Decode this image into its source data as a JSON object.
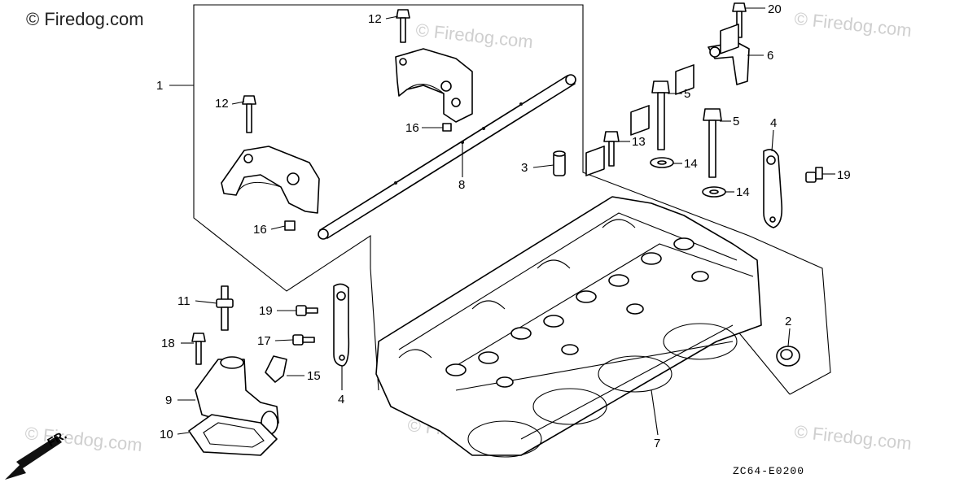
{
  "watermark": {
    "main": "© Firedog.com",
    "faded": "© Firedog.com"
  },
  "diagram_code": "ZC64-E0200",
  "direction_label": "FR.",
  "callouts": {
    "p1": "1",
    "p2": "2",
    "p3": "3",
    "p4a": "4",
    "p4b": "4",
    "p5a": "5",
    "p5b": "5",
    "p6": "6",
    "p7": "7",
    "p8": "8",
    "p9": "9",
    "p10": "10",
    "p11": "11",
    "p12a": "12",
    "p12b": "12",
    "p13": "13",
    "p14a": "14",
    "p14b": "14",
    "p15": "15",
    "p16a": "16",
    "p16b": "16",
    "p17": "17",
    "p18": "18",
    "p19a": "19",
    "p19b": "19",
    "p20": "20"
  }
}
